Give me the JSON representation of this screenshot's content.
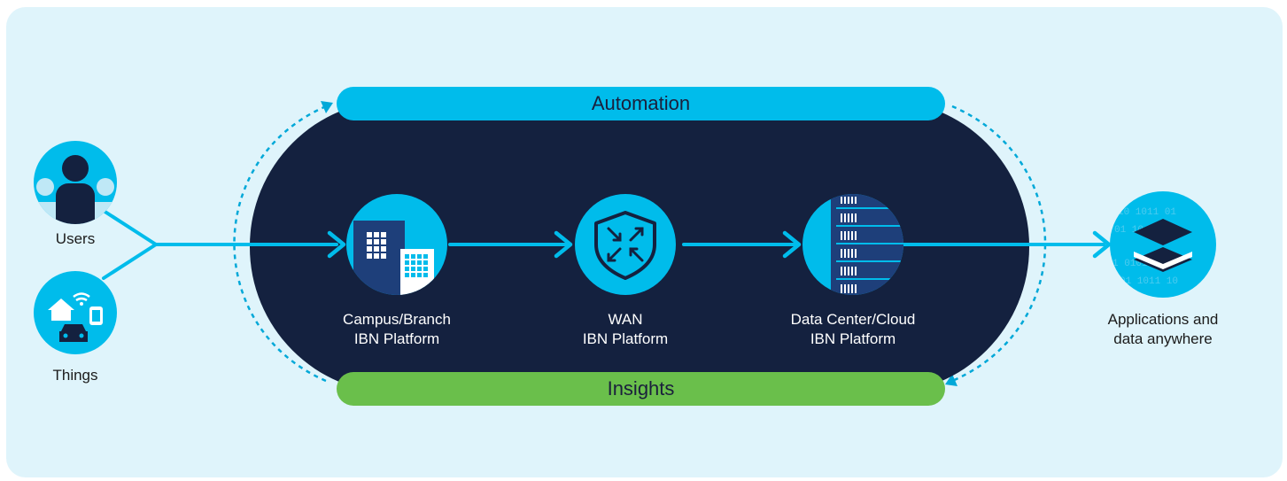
{
  "diagram": {
    "top_band": "Automation",
    "bottom_band": "Insights",
    "sources": {
      "users": "Users",
      "things": "Things"
    },
    "platforms": [
      {
        "line1": "Campus/Branch",
        "line2": "IBN Platform",
        "icon": "building-icon"
      },
      {
        "line1": "WAN",
        "line2": "IBN Platform",
        "icon": "shield-arrows-icon"
      },
      {
        "line1": "Data Center/Cloud",
        "line2": "IBN Platform",
        "icon": "server-rack-icon"
      }
    ],
    "destination": {
      "line1": "Applications and",
      "line2": "data anywhere",
      "icon": "layers-icon"
    },
    "colors": {
      "background": "#dff4fb",
      "pill": "#14213f",
      "automation": "#00bceb",
      "insights": "#6abf4b",
      "flow": "#00bceb",
      "icon_fill": "#00bceb"
    }
  }
}
